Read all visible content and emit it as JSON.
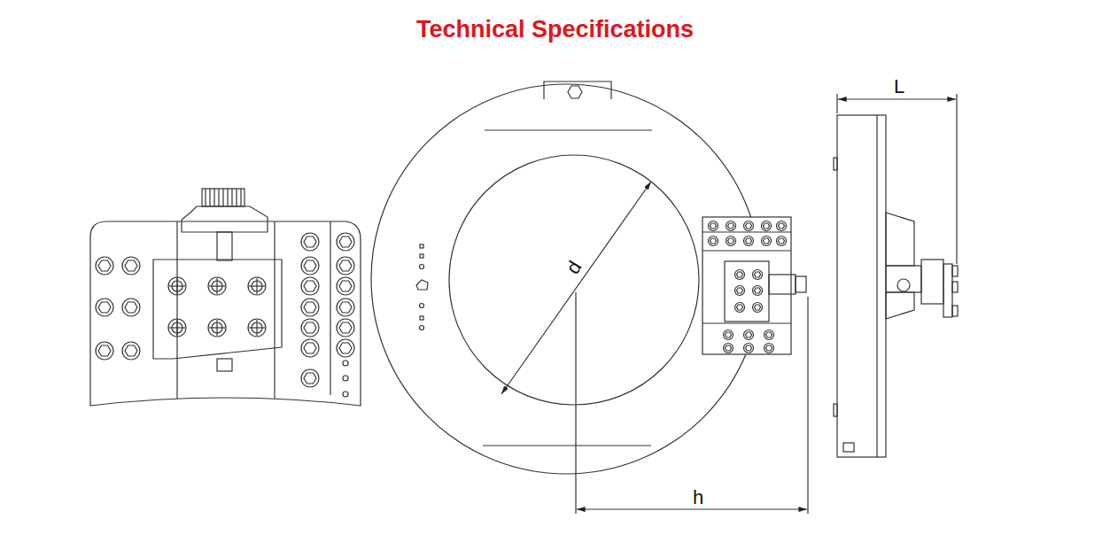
{
  "diagram": {
    "title": "Technical Specifications",
    "labels": [
      "d",
      "h",
      "L"
    ]
  }
}
